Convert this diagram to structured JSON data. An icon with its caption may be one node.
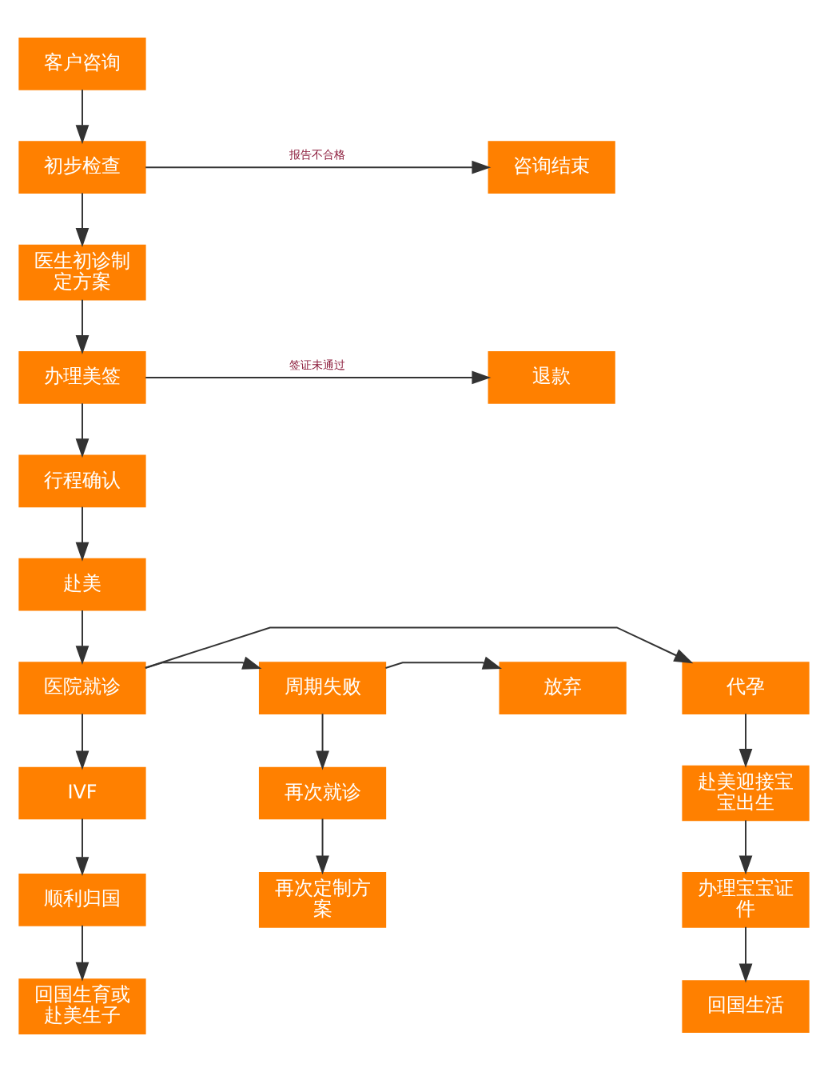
{
  "diagram": {
    "nodes": [
      {
        "text": [
          "客户咨询"
        ]
      },
      {
        "text": [
          "初步检查"
        ]
      },
      {
        "text": [
          "咨询结束"
        ]
      },
      {
        "text": [
          "医生初诊制定方案"
        ]
      },
      {
        "text": [
          "办理美签"
        ]
      },
      {
        "text": [
          "退款"
        ]
      },
      {
        "text": [
          "行程确认"
        ]
      },
      {
        "text": [
          "赴美"
        ]
      },
      {
        "text": [
          "代孕"
        ]
      },
      {
        "text": [
          "医院就诊"
        ]
      },
      {
        "text": [
          "周期失败"
        ]
      },
      {
        "text": [
          "放弃"
        ]
      },
      {
        "text": [
          "赴美迎接宝宝出生"
        ]
      },
      {
        "text": [
          "IVF"
        ]
      },
      {
        "text": [
          "再次就诊"
        ]
      },
      {
        "text": [
          "办理宝宝证件"
        ]
      },
      {
        "text": [
          "顺利归国"
        ]
      },
      {
        "text": [
          "再次定制方案"
        ]
      },
      {
        "text": [
          "回国生活"
        ]
      },
      {
        "text": [
          "回国生育或赴美生子"
        ]
      }
    ],
    "edges": [
      {
        "from": 0,
        "to": 1,
        "arrow": "to"
      },
      {
        "from": 1,
        "to": 2,
        "arrow": "to",
        "label": "报告不合格"
      },
      {
        "from": 1,
        "to": 3,
        "arrow": "to"
      },
      {
        "from": 3,
        "to": 4,
        "arrow": "to"
      },
      {
        "from": 4,
        "to": 5,
        "arrow": "to",
        "label": "签证未通过"
      },
      {
        "from": 4,
        "to": 6,
        "arrow": "to"
      },
      {
        "from": 6,
        "to": 7,
        "arrow": "to"
      },
      {
        "from": 7,
        "to": 9,
        "arrow": "to"
      },
      {
        "from": 9,
        "to": 8,
        "arrow": "to"
      },
      {
        "from": 9,
        "to": 10,
        "arrow": "to"
      },
      {
        "from": 10,
        "to": 11,
        "arrow": "to"
      },
      {
        "from": 8,
        "to": 12,
        "arrow": "to"
      },
      {
        "from": 9,
        "to": 13,
        "arrow": "to"
      },
      {
        "from": 10,
        "to": 14,
        "arrow": "to"
      },
      {
        "from": 12,
        "to": 15,
        "arrow": "to"
      },
      {
        "from": 13,
        "to": 16,
        "arrow": "to"
      },
      {
        "from": 14,
        "to": 17,
        "arrow": "to"
      },
      {
        "from": 15,
        "to": 18,
        "arrow": "to"
      },
      {
        "from": 16,
        "to": 19,
        "arrow": "to"
      }
    ]
  }
}
